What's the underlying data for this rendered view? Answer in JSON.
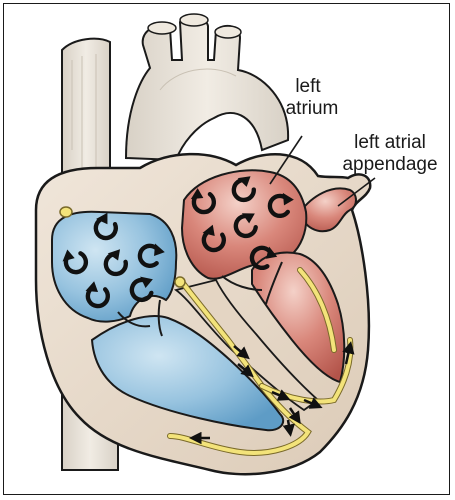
{
  "labels": {
    "left_atrium_line1": "left",
    "left_atrium_line2": "atrium",
    "left_atrial_appendage_line1": "left atrial",
    "left_atrial_appendage_line2": "appendage"
  },
  "icons": {
    "swirl": "circular-flow-arrow",
    "conduction_arrow": "electrical-conduction-arrow"
  },
  "colors": {
    "right_chambers": "#8fbfdd",
    "left_chambers": "#c96b5f",
    "heart_wall": "#e9dccd",
    "outline": "#1a1a1a",
    "conduction_path": "#f3e37a",
    "vessels": "#e6e0d6"
  }
}
